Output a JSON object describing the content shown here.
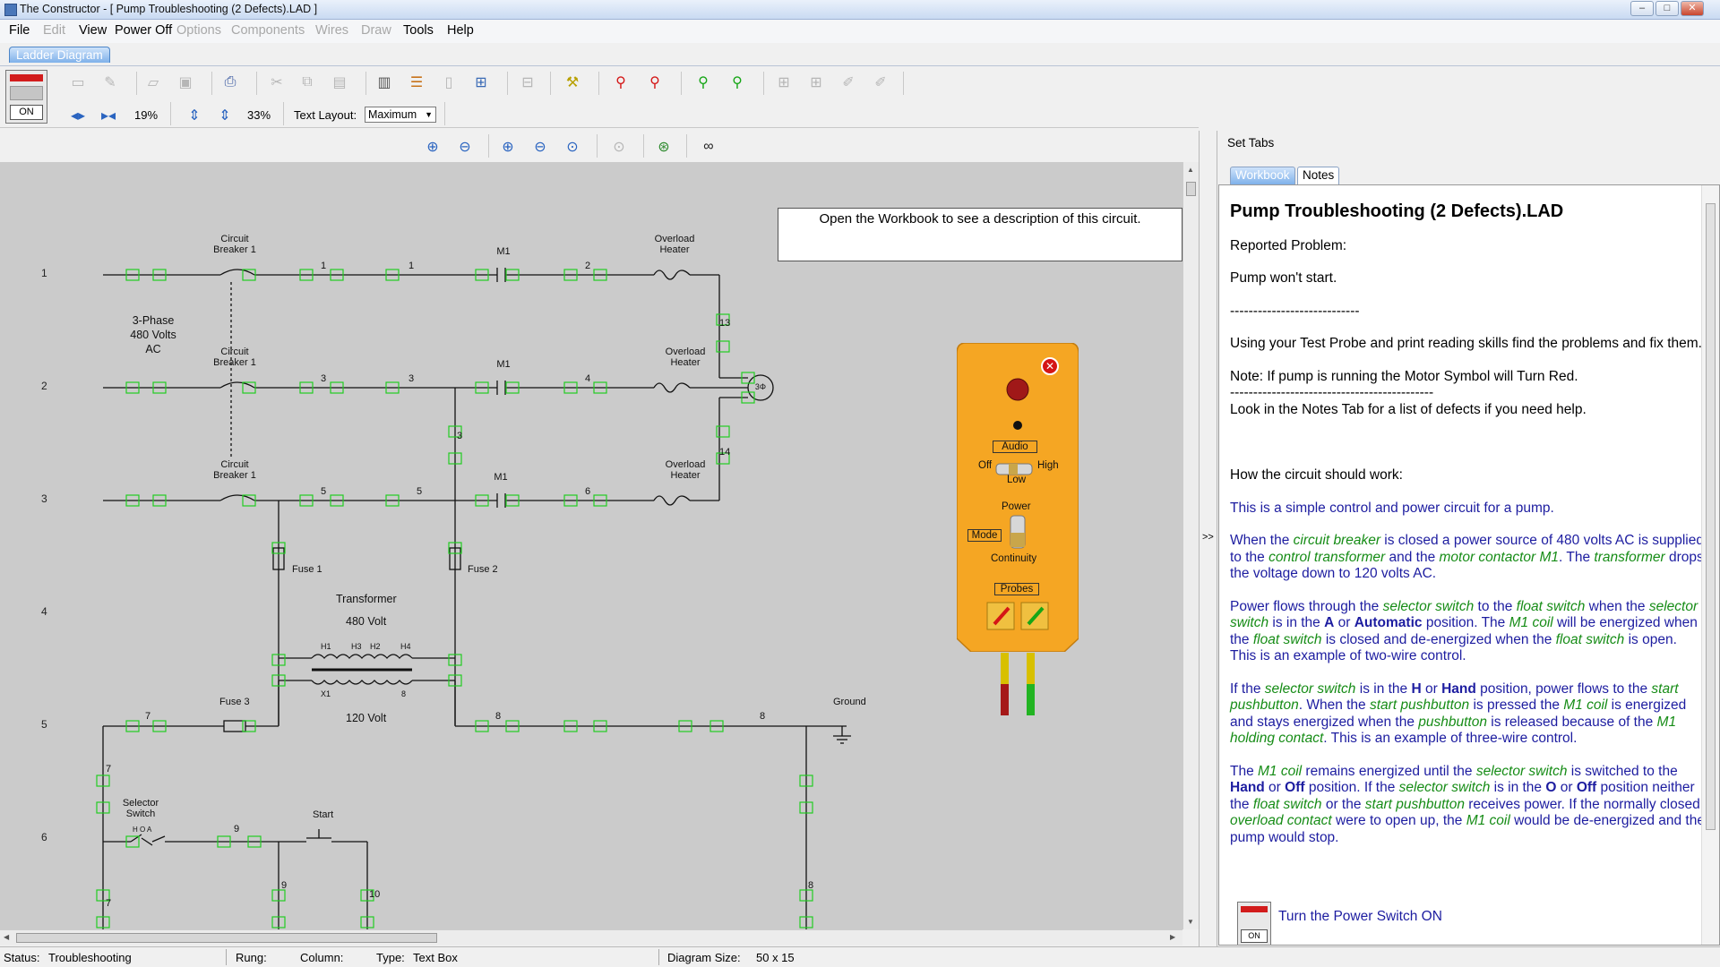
{
  "window": {
    "title": "The Constructor  -  [ Pump Troubleshooting (2 Defects).LAD ]",
    "controls": [
      "–",
      "□",
      "✕"
    ]
  },
  "menu": {
    "items": [
      {
        "label": "File",
        "enabled": true
      },
      {
        "label": "Edit",
        "enabled": false
      },
      {
        "label": "View",
        "enabled": true
      },
      {
        "label": "Power Off",
        "enabled": true
      },
      {
        "label": "Options",
        "enabled": false
      },
      {
        "label": "Components",
        "enabled": false
      },
      {
        "label": "Wires",
        "enabled": false
      },
      {
        "label": "Draw",
        "enabled": false
      },
      {
        "label": "Tools",
        "enabled": true
      },
      {
        "label": "Help",
        "enabled": true
      }
    ]
  },
  "tabs": {
    "active": "Ladder Diagram"
  },
  "power_switch": {
    "label": "ON"
  },
  "toolbar2": {
    "hzoom": "19%",
    "vzoom": "33%",
    "text_layout_label": "Text Layout:",
    "text_layout_value": "Maximum"
  },
  "diagram": {
    "note": "Open the Workbook to see a description of this circuit.",
    "rungs": [
      "1",
      "2",
      "3",
      "4",
      "5",
      "6"
    ],
    "source_label": [
      "3-Phase",
      "480 Volts",
      "AC"
    ],
    "breaker_label": [
      "Circuit",
      "Breaker 1"
    ],
    "m1": "M1",
    "overload_label": [
      "Overload",
      "Heater"
    ],
    "motor": "3Φ",
    "fuse1": "Fuse 1",
    "fuse2": "Fuse 2",
    "fuse3": "Fuse 3",
    "transformer": "Transformer",
    "v480": "480 Volt",
    "v120": "120 Volt",
    "h1": "H1",
    "h2": "H2",
    "h3": "H3",
    "h4": "H4",
    "x1": "X1",
    "x8": "8",
    "ground": "Ground",
    "selector_label": [
      "Selector",
      "Switch"
    ],
    "selector_hoa": "H  O  A",
    "start": "Start",
    "wires": {
      "w1": "1",
      "w2": "2",
      "w3": "3",
      "w4": "4",
      "w5": "5",
      "w6": "6",
      "w7": "7",
      "w8": "8",
      "w9": "9",
      "w10": "10",
      "w13": "13",
      "w14": "14"
    }
  },
  "tester": {
    "audio": "Audio",
    "off": "Off",
    "high": "High",
    "low": "Low",
    "power": "Power",
    "mode": "Mode",
    "continuity": "Continuity",
    "probes": "Probes"
  },
  "right": {
    "set_tabs": "Set Tabs",
    "tab_workbook": "Workbook",
    "tab_notes": "Notes",
    "splitter": ">>"
  },
  "workbook": {
    "title": "Pump Troubleshooting (2 Defects).LAD",
    "reported": "Reported Problem:",
    "problem": "Pump won't start.",
    "dash1": "----------------------------",
    "instr": "Using your Test Probe and print reading skills find the problems and fix them.",
    "note": "Note: If pump is running the Motor Symbol will Turn Red.",
    "dash2": "--------------------------------------------",
    "notes_tab": "Look in the Notes Tab for a list of defects if you need help.",
    "how": "How the circuit should work:",
    "p1": "This is a simple control and power circuit for a pump.",
    "power_on": "Turn the Power Switch ON",
    "on_label": "ON"
  },
  "status": {
    "status_label": "Status:",
    "status_value": "Troubleshooting",
    "rung_label": "Rung:",
    "column_label": "Column:",
    "type_label": "Type:",
    "type_value": "Text Box",
    "size_label": "Diagram Size:",
    "size_value": "50 x 15"
  },
  "colors": {
    "canvas": "#cbcbcb",
    "connector": "#22cc22",
    "tester_body": "#f5a623",
    "workbook_blue": "#1d1da0",
    "workbook_green": "#168c16"
  }
}
